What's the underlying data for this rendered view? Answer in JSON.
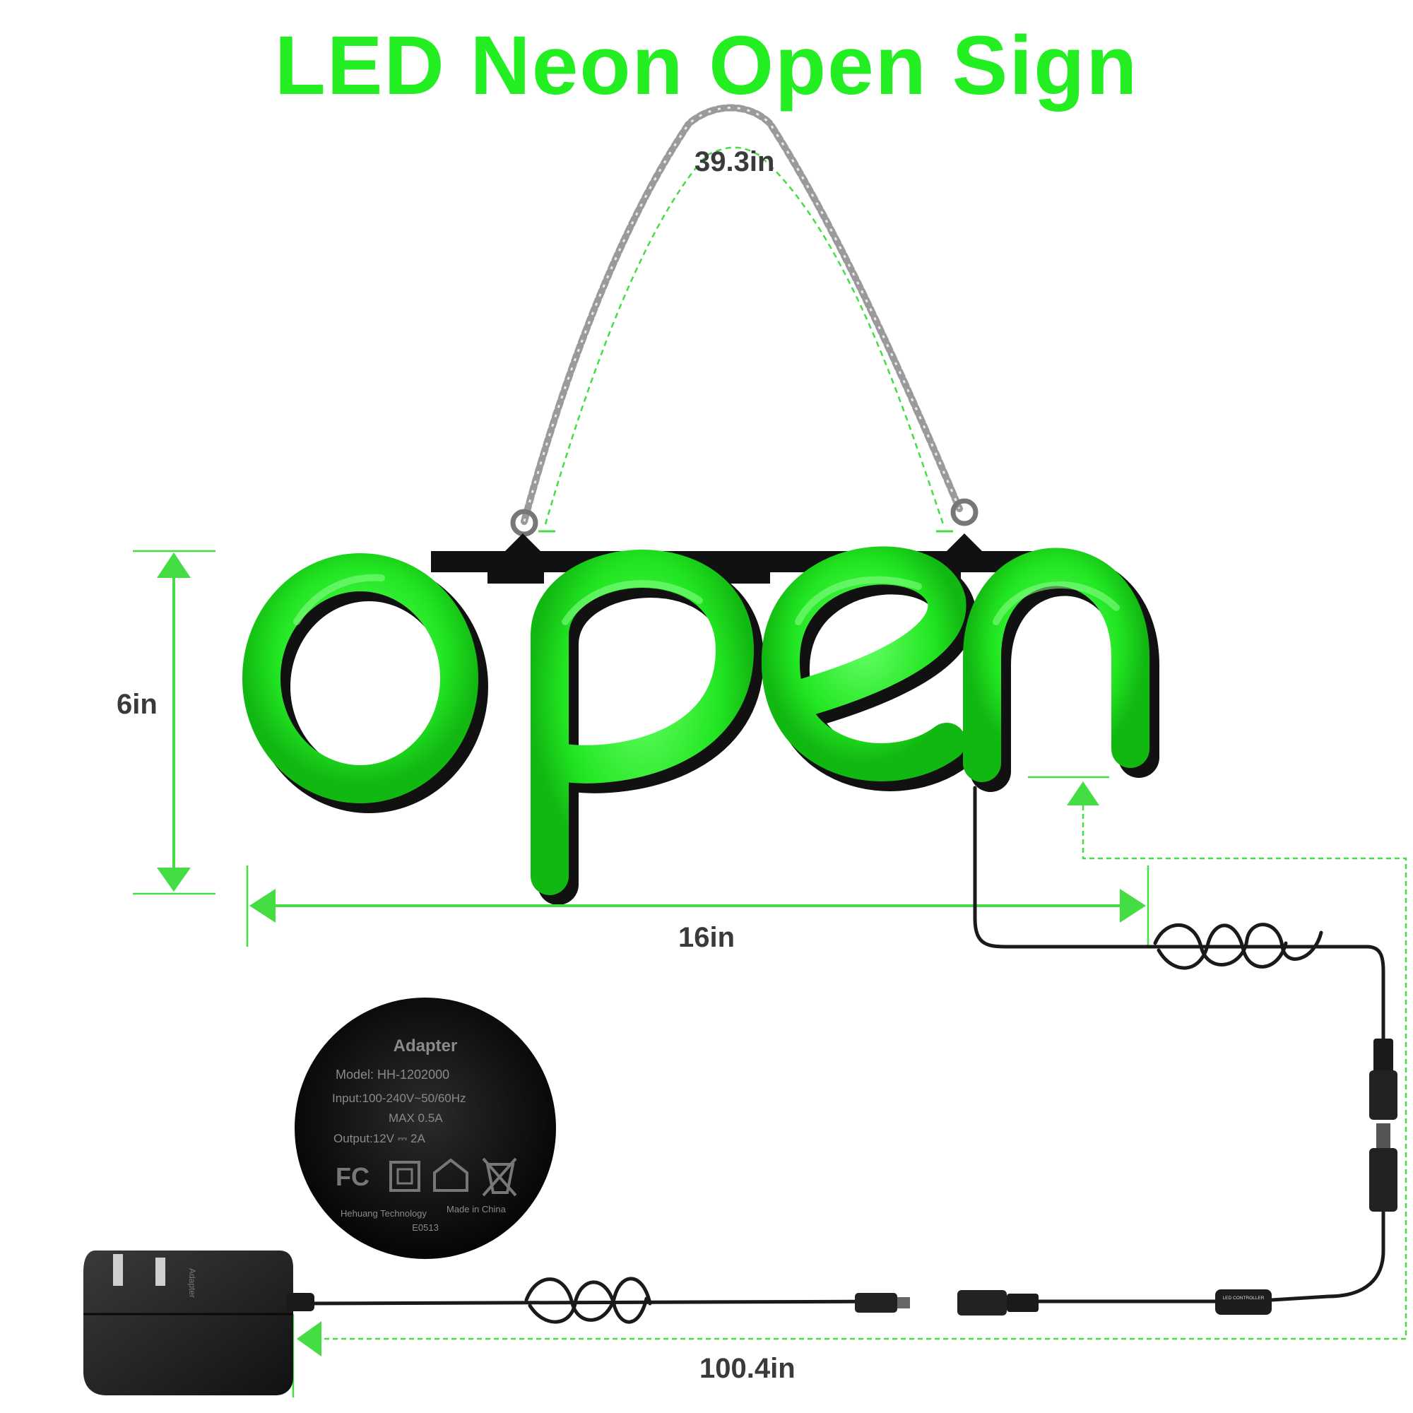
{
  "title": "LED Neon Open Sign",
  "dimensions": {
    "chain": "39.3in",
    "height": "6in",
    "width": "16in",
    "cable": "100.4in"
  },
  "sign_word": "open",
  "adapter_label": {
    "heading": "Adapter",
    "model": "Model: HH-1202000",
    "input": "Input:100-240V~50/60Hz",
    "max": "MAX 0.5A",
    "output": "Output:12V ⎓ 2A",
    "maker": "Hehuang Technology",
    "origin": "Made in China",
    "code": "E0513",
    "fc_mark": "FC"
  },
  "side_label": "Adapter",
  "controller_label": "LED CONTROLLER",
  "colors": {
    "neon": "#22ee22",
    "accent": "#33dd33",
    "dim_line": "#44dd44",
    "text": "#3a3a3a",
    "cable": "#1a1a1a"
  }
}
